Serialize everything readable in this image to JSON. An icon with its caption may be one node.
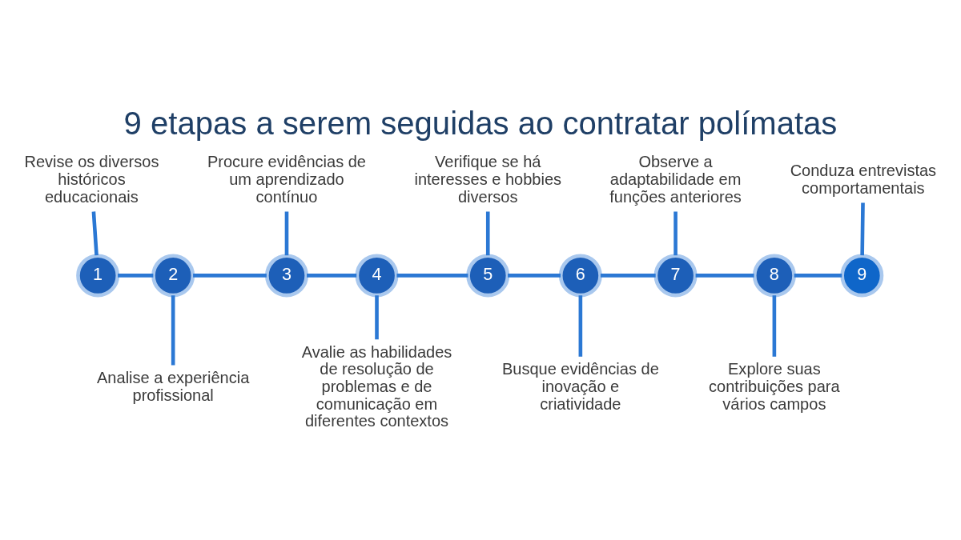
{
  "diagram": {
    "title": "9 etapas a serem seguidas ao contratar polímatas",
    "nodes": [
      {
        "text": [
          "1"
        ]
      },
      {
        "text": [
          "2"
        ]
      },
      {
        "text": [
          "3"
        ]
      },
      {
        "text": [
          "4"
        ]
      },
      {
        "text": [
          "5"
        ]
      },
      {
        "text": [
          "6"
        ]
      },
      {
        "text": [
          "7"
        ]
      },
      {
        "text": [
          "8"
        ]
      },
      {
        "text": [
          "9"
        ]
      },
      {
        "text": [
          "Revise os diversos históricos educacionais"
        ]
      },
      {
        "text": [
          "Analise a experiência profissional"
        ]
      },
      {
        "text": [
          "Procure evidências de um aprendizado contínuo"
        ]
      },
      {
        "text": [
          "Avalie as habilidades de resolução de problemas e de comunicação em diferentes contextos"
        ]
      },
      {
        "text": [
          "Verifique se há interesses e hobbies diversos"
        ]
      },
      {
        "text": [
          "Busque evidências de inovação e criatividade"
        ]
      },
      {
        "text": [
          "Observe a adaptabilidade em funções anteriores"
        ]
      },
      {
        "text": [
          "Explore suas contribuições para vários campos"
        ]
      },
      {
        "text": [
          "Conduza entrevistas comportamentais"
        ]
      }
    ],
    "edges": [
      {
        "from": 0,
        "to": 1,
        "arrow": "none"
      },
      {
        "from": 1,
        "to": 2,
        "arrow": "none"
      },
      {
        "from": 2,
        "to": 3,
        "arrow": "none"
      },
      {
        "from": 3,
        "to": 4,
        "arrow": "none"
      },
      {
        "from": 4,
        "to": 5,
        "arrow": "none"
      },
      {
        "from": 5,
        "to": 6,
        "arrow": "none"
      },
      {
        "from": 6,
        "to": 7,
        "arrow": "none"
      },
      {
        "from": 7,
        "to": 8,
        "arrow": "none"
      },
      {
        "from": 9,
        "to": 0,
        "arrow": "none"
      },
      {
        "from": 1,
        "to": 10,
        "arrow": "none"
      },
      {
        "from": 11,
        "to": 2,
        "arrow": "none"
      },
      {
        "from": 3,
        "to": 12,
        "arrow": "none"
      },
      {
        "from": 13,
        "to": 4,
        "arrow": "none"
      },
      {
        "from": 5,
        "to": 14,
        "arrow": "none"
      },
      {
        "from": 15,
        "to": 6,
        "arrow": "none"
      },
      {
        "from": 7,
        "to": 16,
        "arrow": "none"
      },
      {
        "from": 17,
        "to": 8,
        "arrow": "none"
      }
    ]
  }
}
